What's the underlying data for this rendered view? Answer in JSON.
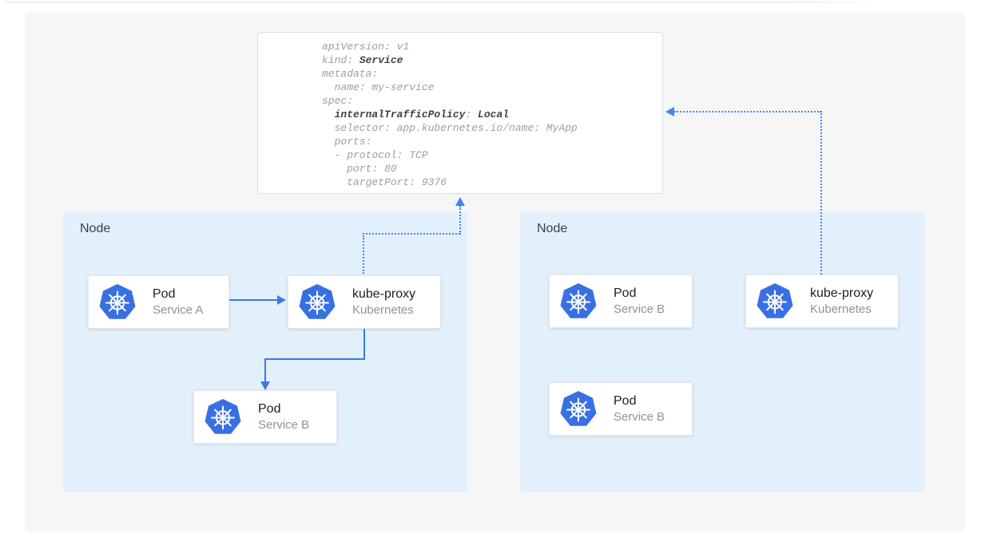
{
  "colors": {
    "panel_bg": "#f6f6f7",
    "node_bg": "#e2f0fc",
    "solid_arrow_blue": "#3b78e7",
    "dotted_arrow_blue": "#4285f4",
    "kubernetes_logo_blue": "#3870e4",
    "code_gray": "#9e9e9e",
    "code_bold": "#424242"
  },
  "yaml": {
    "lines": [
      {
        "p1": "apiVersion: v1"
      },
      {
        "p1": "kind: ",
        "b1": "Service"
      },
      {
        "p1": "metadata:"
      },
      {
        "p1": "  name: my-service"
      },
      {
        "p1": "spec:"
      },
      {
        "p1": "  ",
        "b1": "internalTrafficPolicy",
        "p2": ": ",
        "b2": "Local"
      },
      {
        "p1": "  selector: app.kubernetes.io/name: MyApp"
      },
      {
        "p1": "  ports:"
      },
      {
        "p1": "  - protocol: TCP"
      },
      {
        "p1": "    port: 80"
      },
      {
        "p1": "    targetPort: 9376"
      }
    ]
  },
  "nodes": [
    {
      "label": "Node",
      "cards": [
        {
          "icon": "kubernetes-logo",
          "title": "Pod",
          "subtitle": "Service A"
        },
        {
          "icon": "kubernetes-logo",
          "title": "kube-proxy",
          "subtitle": "Kubernetes"
        },
        {
          "icon": "kubernetes-logo",
          "title": "Pod",
          "subtitle": "Service B"
        }
      ]
    },
    {
      "label": "Node",
      "cards": [
        {
          "icon": "kubernetes-logo",
          "title": "Pod",
          "subtitle": "Service B"
        },
        {
          "icon": "kubernetes-logo",
          "title": "kube-proxy",
          "subtitle": "Kubernetes"
        },
        {
          "icon": "kubernetes-logo",
          "title": "Pod",
          "subtitle": "Service B"
        }
      ]
    }
  ]
}
